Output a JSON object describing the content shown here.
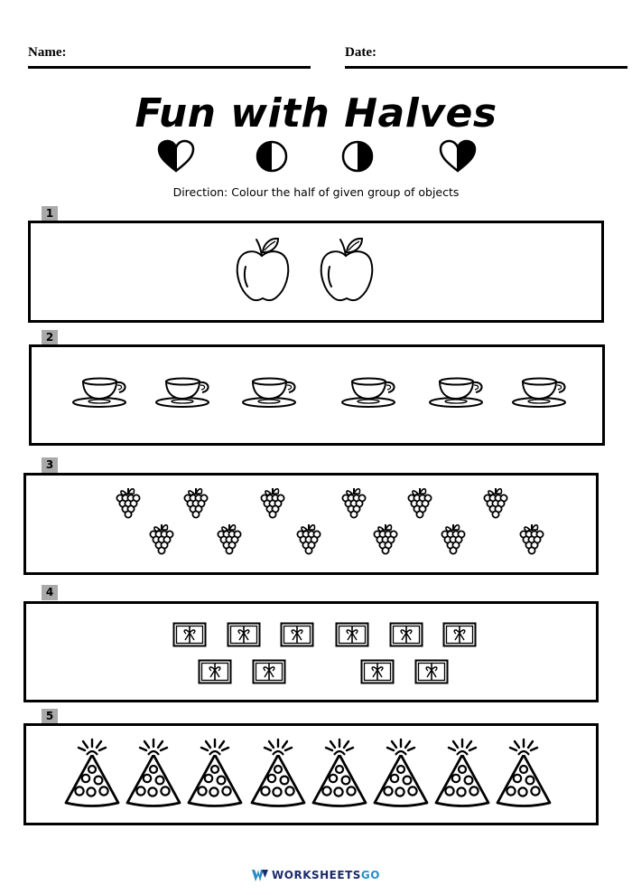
{
  "header": {
    "name_label": "Name:",
    "date_label": "Date:"
  },
  "title": "Fun with Halves",
  "direction": "Direction: Colour the half of given group of objects",
  "questions": [
    {
      "number": "1",
      "object": "apple",
      "count": 2
    },
    {
      "number": "2",
      "object": "teacup",
      "count": 6
    },
    {
      "number": "3",
      "object": "grapes",
      "count": 12
    },
    {
      "number": "4",
      "object": "gift-box",
      "count": 10
    },
    {
      "number": "5",
      "object": "party-hat",
      "count": 8
    }
  ],
  "footer": {
    "brand_main": "WORKSHEETS",
    "brand_accent": "GO",
    "logo_icon": "w-logo-icon"
  },
  "colors": {
    "ink": "#000000",
    "label_bg": "#a9a9a9",
    "brand_dark": "#1c2b6b",
    "brand_light": "#2b8cc4"
  }
}
